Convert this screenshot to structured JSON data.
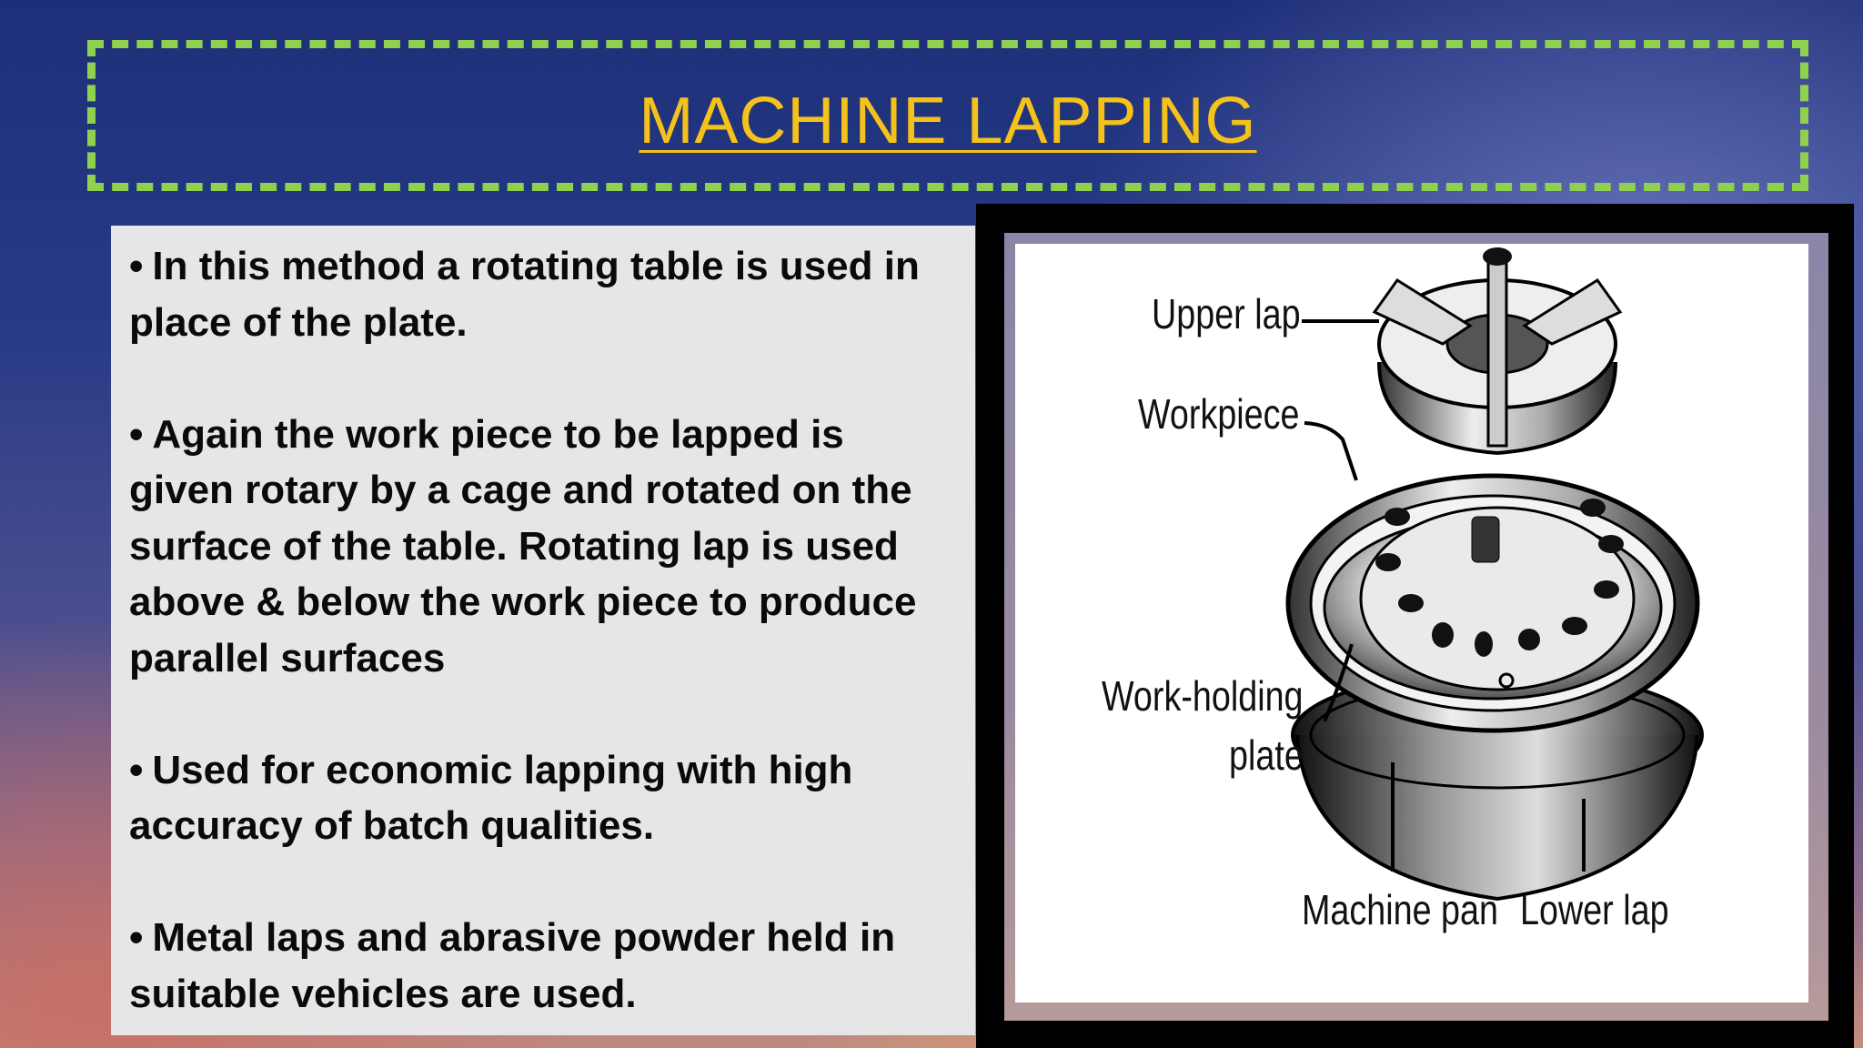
{
  "slide": {
    "title": "MACHINE LAPPING",
    "bullets": [
      "In this method a rotating table is used in place of the plate.",
      "Again the work piece to be lapped is given rotary by a cage and rotated on the surface of the table. Rotating lap is used above & below the work piece to produce parallel surfaces",
      "Used for economic lapping with high accuracy of batch qualities.",
      "Metal laps and abrasive powder held in suitable vehicles are used."
    ],
    "bullet_symbol": "•"
  },
  "diagram": {
    "labels": {
      "upper_lap": "Upper lap",
      "workpiece": "Workpiece",
      "work_holding_1": "Work-holding",
      "work_holding_2": "plate",
      "machine_pan": "Machine pan",
      "lower_lap": "Lower lap"
    }
  },
  "colors": {
    "title": "#f4c21a",
    "title_border": "#8fd14f",
    "text_panel": "#e6e6e9"
  }
}
